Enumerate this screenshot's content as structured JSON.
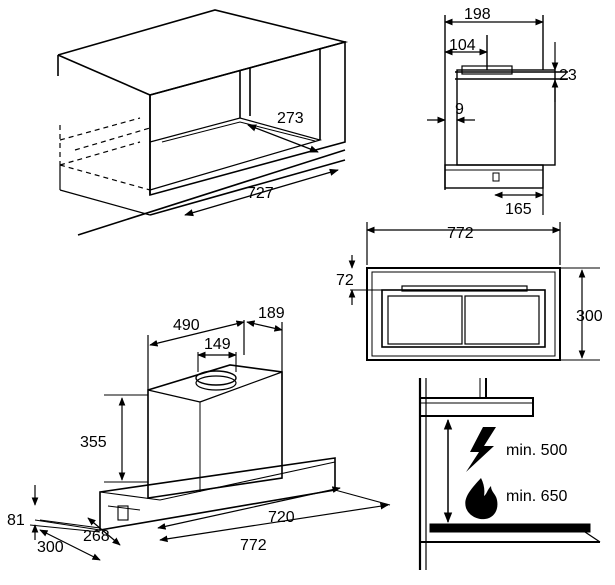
{
  "cabinet_view": {
    "dimensions": {
      "depth": "273",
      "width": "727"
    }
  },
  "side_view": {
    "dimensions": {
      "total_width": "198",
      "duct_offset": "104",
      "duct_height": "23",
      "wall_gap": "9",
      "front_depth": "165"
    }
  },
  "hood_3d_view": {
    "dimensions": {
      "chimney_width": "490",
      "chimney_depth": "189",
      "duct_diameter": "149",
      "chimney_height": "355",
      "hood_height": "81",
      "hood_depth": "300",
      "inner_depth": "268",
      "inner_width": "720",
      "outer_width": "772"
    }
  },
  "bottom_view": {
    "dimensions": {
      "width": "772",
      "edge": "72",
      "depth": "300"
    }
  },
  "clearance": {
    "electric_label": "min. 500",
    "gas_label": "min. 650",
    "icons": [
      "lightning-bolt-icon",
      "flame-icon"
    ]
  }
}
